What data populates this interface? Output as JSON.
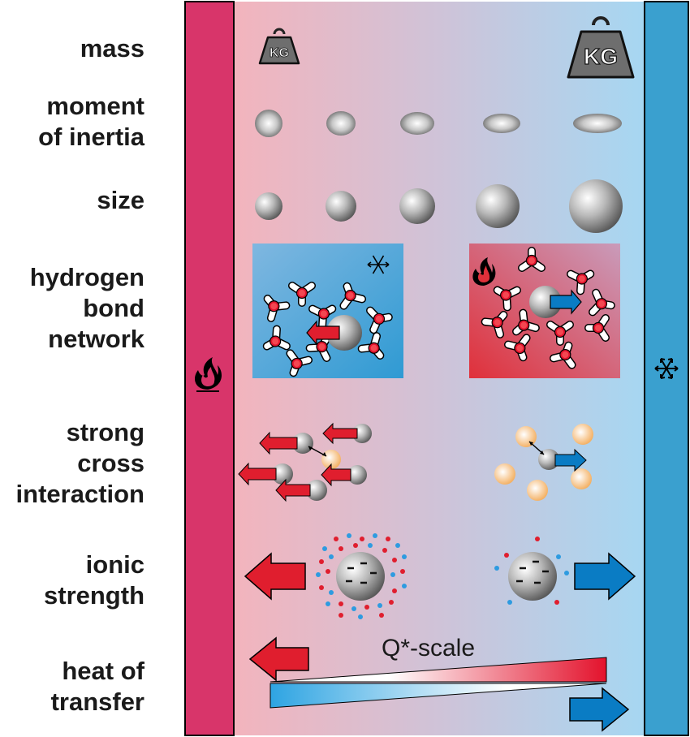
{
  "labels": {
    "mass": "mass",
    "moment_of_inertia_1": "moment",
    "moment_of_inertia_2": "of inertia",
    "size": "size",
    "hbond_1": "hydrogen",
    "hbond_2": "bond",
    "hbond_3": "network",
    "cross_1": "strong",
    "cross_2": "cross",
    "cross_3": "interaction",
    "ionic_1": "ionic",
    "ionic_2": "strength",
    "heat_1": "heat of",
    "heat_2": "transfer"
  },
  "weights": {
    "small": "KG",
    "large": "KG"
  },
  "scale_label": "Q*-scale",
  "colors": {
    "hot": "#d8356a",
    "cold": "#3aa0cf",
    "red_arrow": "#e01e2e",
    "blue_arrow": "#0a7cc4",
    "gradient_left": "#f2b5bd",
    "gradient_right": "#a7d6f1"
  },
  "icons": {
    "hot_side": "flame-icon",
    "cold_side": "snowflake-icon"
  }
}
